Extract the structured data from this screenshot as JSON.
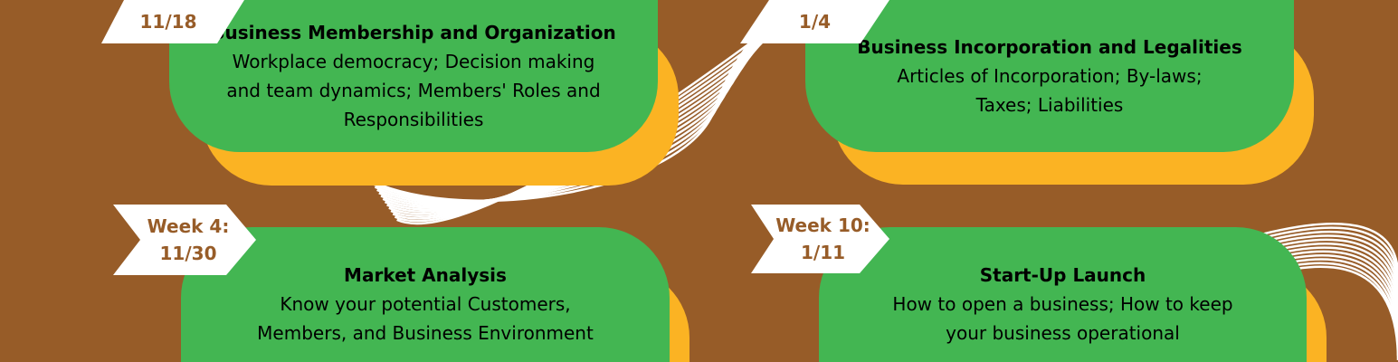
{
  "colors": {
    "background": "#975c28",
    "card": "#43b652",
    "shadow": "#fbb323",
    "tag": "#ffffff",
    "tag_text": "#975c28"
  },
  "cards": [
    {
      "tag": [
        "11/18"
      ],
      "title": "Business Membership and Organization",
      "lines": [
        "Workplace democracy; Decision making",
        "and team dynamics; Members' Roles and",
        "Responsibilities"
      ]
    },
    {
      "tag": [
        "1/4"
      ],
      "title": "Business Incorporation and Legalities",
      "lines": [
        "Articles of Incorporation; By-laws;",
        "Taxes; Liabilities"
      ]
    },
    {
      "tag": [
        "Week 4:",
        "11/30"
      ],
      "title": "Market Analysis",
      "lines": [
        "Know your potential Customers,",
        "Members, and Business Environment"
      ]
    },
    {
      "tag": [
        "Week 10:",
        "1/11"
      ],
      "title": "Start-Up Launch",
      "lines": [
        "How to open a business; How to keep",
        "your business operational"
      ]
    }
  ]
}
